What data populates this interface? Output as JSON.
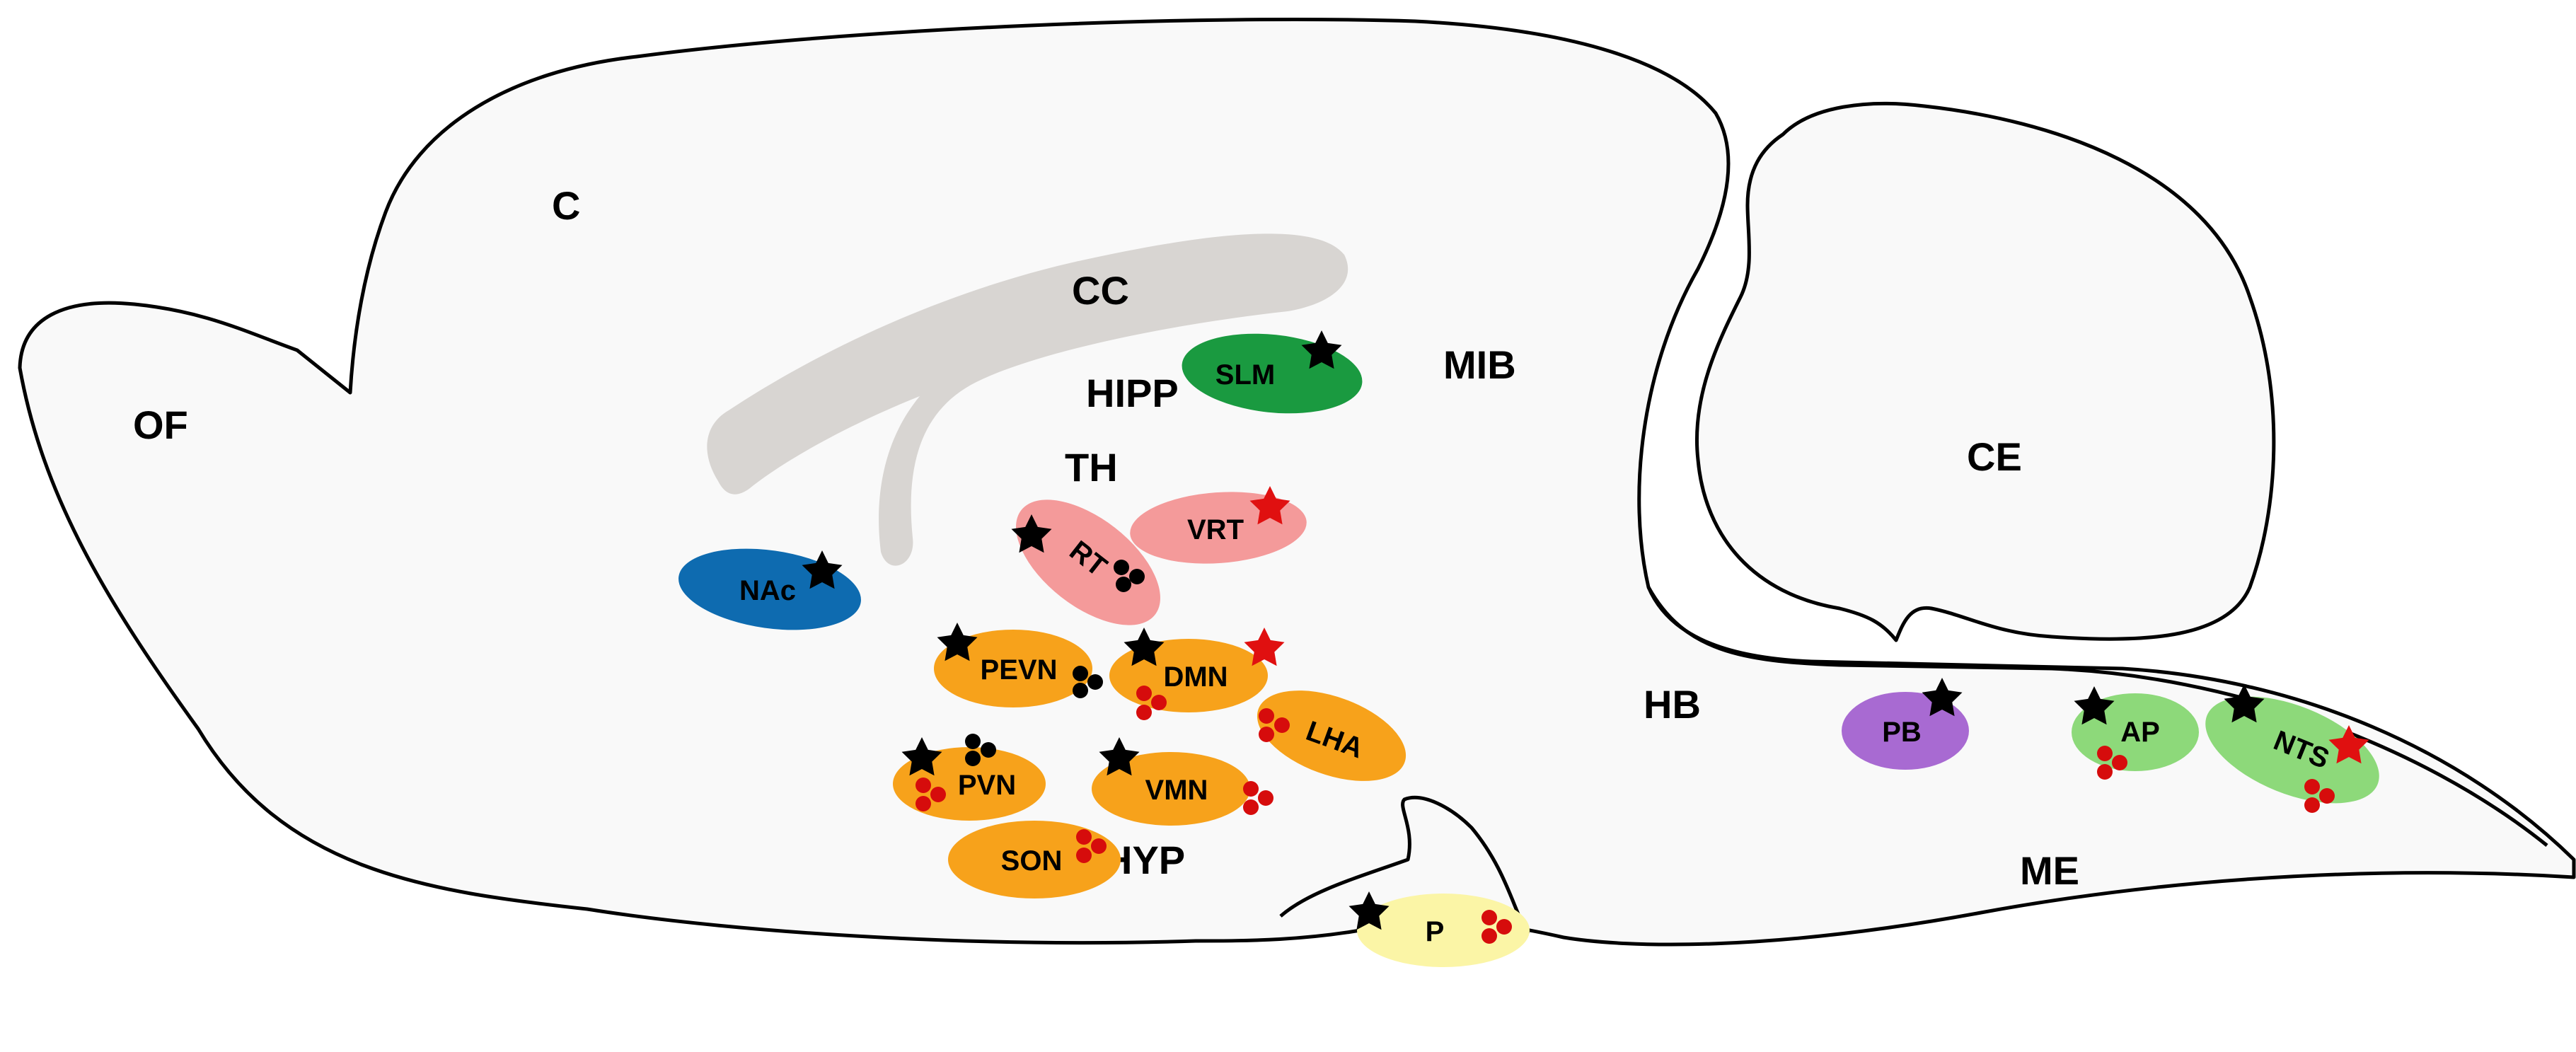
{
  "colors": {
    "orange_nucleus": "#f7a21b",
    "pink_nucleus": "#f49a9a",
    "green_hippocampal": "#1a9a40",
    "blue_accumbens": "#0e6bb0",
    "purple_pb": "#a86ad2",
    "light_green_brainstem": "#8dd97a",
    "yellow_pituitary": "#fbf5a6",
    "black_star": "#000000",
    "red_star": "#e01010",
    "red_dot": "#d60c0c",
    "black_dot": "#000000",
    "tract_gray": "#d8d5d2"
  },
  "regions": {
    "of": "OF",
    "c": "C",
    "cc": "CC",
    "hipp": "HIPP",
    "th": "TH",
    "mib": "MIB",
    "ce": "CE",
    "hb": "HB",
    "me": "ME",
    "hyp": "HYP"
  },
  "nuclei": {
    "slm": "SLM",
    "nac": "NAc",
    "rt": "RT",
    "vrt": "VRT",
    "pevn": "PEVN",
    "dmn": "DMN",
    "lha": "LHA",
    "pvn": "PVN",
    "vmn": "VMN",
    "son": "SON",
    "p": "P",
    "pb": "PB",
    "ap": "AP",
    "nts": "NTS"
  }
}
